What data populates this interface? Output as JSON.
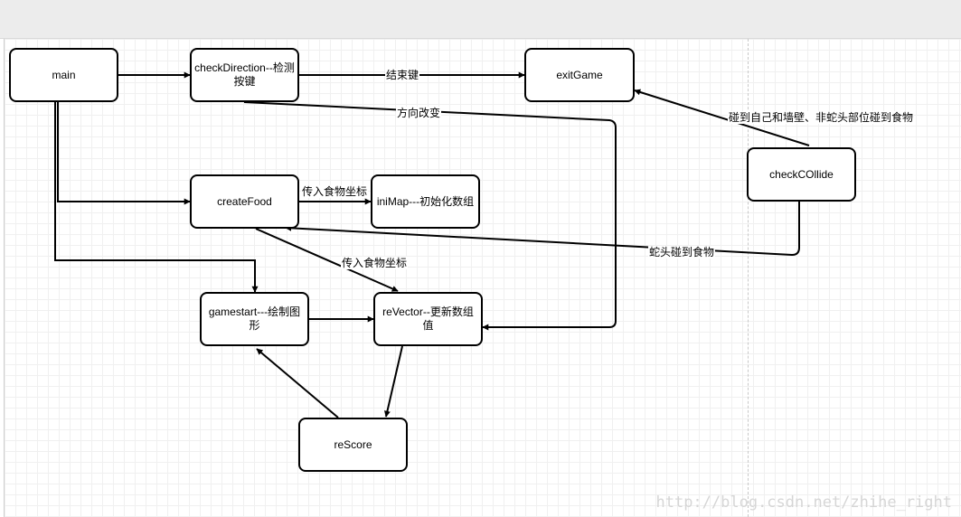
{
  "nodes": {
    "main": "main",
    "checkDirection": "checkDirection--检测按键",
    "exitGame": "exitGame",
    "createFood": "createFood",
    "iniMap": "iniMap---初始化数组",
    "checkCollide": "checkCOllide",
    "gamestart": "gamestart---绘制图形",
    "reVector": "reVector--更新数组值",
    "reScore": "reScore"
  },
  "edge_labels": {
    "end_key": "结束键",
    "direction_change": "方向改变",
    "pass_food_coord_1": "传入食物坐标",
    "pass_food_coord_2": "传入食物坐标",
    "collide_wall": "碰到自己和墙壁、非蛇头部位碰到食物",
    "head_hits_food": "蛇头碰到食物"
  },
  "watermark": "http://blog.csdn.net/zhihe_right"
}
